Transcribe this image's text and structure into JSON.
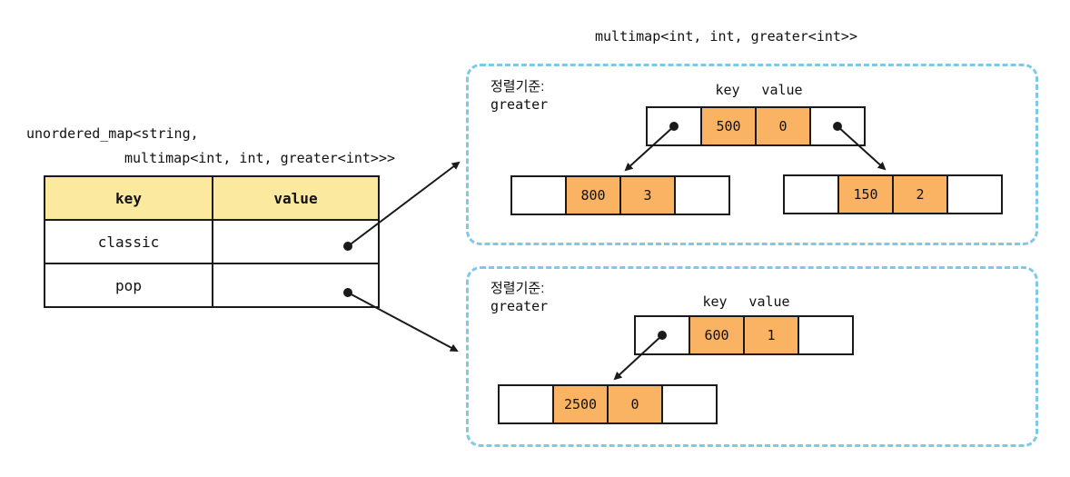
{
  "title": "multimap<int, int, greater<int>>",
  "declaration": {
    "line1": "unordered_map<string,",
    "line2": "multimap<int, int, greater<int>>>"
  },
  "hash_table": {
    "col_headers": [
      "key",
      "value"
    ],
    "rows": [
      {
        "key": "classic"
      },
      {
        "key": "pop"
      }
    ]
  },
  "boxes": [
    {
      "criteria_label": "정렬기준:",
      "criteria_value": "greater",
      "col_labels": {
        "key": "key",
        "value": "value"
      },
      "nodes": [
        {
          "key": "500",
          "value": "0"
        },
        {
          "key": "800",
          "value": "3"
        },
        {
          "key": "150",
          "value": "2"
        }
      ]
    },
    {
      "criteria_label": "정렬기준:",
      "criteria_value": "greater",
      "col_labels": {
        "key": "key",
        "value": "value"
      },
      "nodes": [
        {
          "key": "600",
          "value": "1"
        },
        {
          "key": "2500",
          "value": "0"
        }
      ]
    }
  ],
  "colors": {
    "header_yellow": "#FBE9A0",
    "cell_orange": "#F9B362",
    "box_dash_blue": "#7EC9E8",
    "line_black": "#1a1a1a"
  }
}
